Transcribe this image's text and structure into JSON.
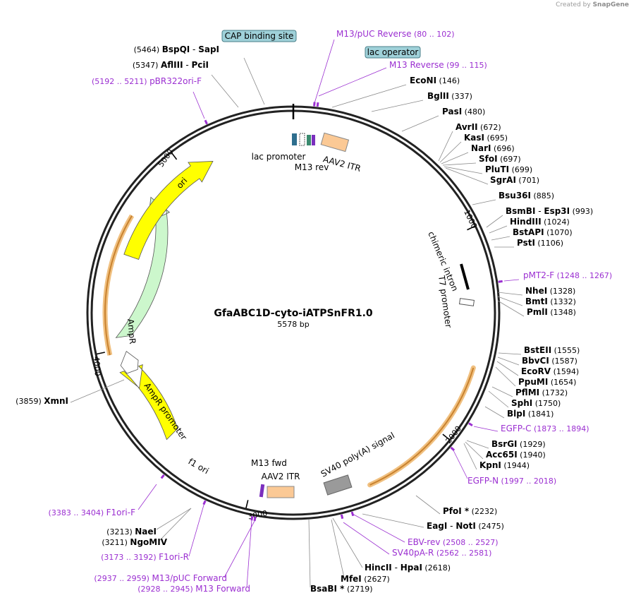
{
  "header": {
    "credit_prefix": "Created by",
    "credit_brand": "SnapGene"
  },
  "plasmid": {
    "name": "GfaABC1D-cyto-iATPSnFR1.0",
    "size_label": "5578 bp",
    "length": 5578
  },
  "ticks": [
    "1000",
    "2000",
    "3000",
    "4000",
    "5000"
  ],
  "colors": {
    "primer": "#9b2fd1",
    "feature_orange": "#f4b163",
    "ori": "#ffff00",
    "ampr": "#ccf7cc",
    "label_box": "#9fd1d9"
  },
  "sites": [
    {
      "name": "BspQI",
      "name2": "SapI",
      "pos": "(5464)",
      "type": "enzyme"
    },
    {
      "name": "AflIII",
      "name2": "PciI",
      "pos": "(5347)",
      "type": "enzyme"
    },
    {
      "name": "pBR322ori-F",
      "pos": "(5192 .. 5211)",
      "type": "primer"
    },
    {
      "name": "M13/pUC Reverse",
      "pos": "(80 .. 102)",
      "type": "primer"
    },
    {
      "name": "M13 Reverse",
      "pos": "(99 .. 115)",
      "type": "primer"
    },
    {
      "name": "EcoNI",
      "pos": "(146)",
      "type": "enzyme"
    },
    {
      "name": "BglII",
      "pos": "(337)",
      "type": "enzyme"
    },
    {
      "name": "PasI",
      "pos": "(480)",
      "type": "enzyme"
    },
    {
      "name": "AvrII",
      "pos": "(672)",
      "type": "enzyme"
    },
    {
      "name": "KasI",
      "pos": "(695)",
      "type": "enzyme"
    },
    {
      "name": "NarI",
      "pos": "(696)",
      "type": "enzyme"
    },
    {
      "name": "SfoI",
      "pos": "(697)",
      "type": "enzyme"
    },
    {
      "name": "PluTI",
      "pos": "(699)",
      "type": "enzyme"
    },
    {
      "name": "SgrAI",
      "pos": "(701)",
      "type": "enzyme"
    },
    {
      "name": "Bsu36I",
      "pos": "(885)",
      "type": "enzyme"
    },
    {
      "name": "BsmBI",
      "name2": "Esp3I",
      "pos": "(993)",
      "type": "enzyme"
    },
    {
      "name": "HindIII",
      "pos": "(1024)",
      "type": "enzyme"
    },
    {
      "name": "BstAPI",
      "pos": "(1070)",
      "type": "enzyme"
    },
    {
      "name": "PstI",
      "pos": "(1106)",
      "type": "enzyme"
    },
    {
      "name": "pMT2-F",
      "pos": "(1248 .. 1267)",
      "type": "primer"
    },
    {
      "name": "NheI",
      "pos": "(1328)",
      "type": "enzyme"
    },
    {
      "name": "BmtI",
      "pos": "(1332)",
      "type": "enzyme"
    },
    {
      "name": "PmlI",
      "pos": "(1348)",
      "type": "enzyme"
    },
    {
      "name": "BstEII",
      "pos": "(1555)",
      "type": "enzyme"
    },
    {
      "name": "BbvCI",
      "pos": "(1587)",
      "type": "enzyme"
    },
    {
      "name": "EcoRV",
      "pos": "(1594)",
      "type": "enzyme"
    },
    {
      "name": "PpuMI",
      "pos": "(1654)",
      "type": "enzyme"
    },
    {
      "name": "PflMI",
      "pos": "(1732)",
      "type": "enzyme"
    },
    {
      "name": "SphI",
      "pos": "(1750)",
      "type": "enzyme"
    },
    {
      "name": "BlpI",
      "pos": "(1841)",
      "type": "enzyme"
    },
    {
      "name": "EGFP-C",
      "pos": "(1873 .. 1894)",
      "type": "primer"
    },
    {
      "name": "BsrGI",
      "pos": "(1929)",
      "type": "enzyme"
    },
    {
      "name": "Acc65I",
      "pos": "(1940)",
      "type": "enzyme"
    },
    {
      "name": "KpnI",
      "pos": "(1944)",
      "type": "enzyme"
    },
    {
      "name": "EGFP-N",
      "pos": "(1997 .. 2018)",
      "type": "primer"
    },
    {
      "name": "PfoI *",
      "pos": "(2232)",
      "type": "enzyme"
    },
    {
      "name": "EagI",
      "name2": "NotI",
      "pos": "(2475)",
      "type": "enzyme"
    },
    {
      "name": "EBV-rev",
      "pos": "(2508 .. 2527)",
      "type": "primer"
    },
    {
      "name": "SV40pA-R",
      "pos": "(2562 .. 2581)",
      "type": "primer"
    },
    {
      "name": "HincII",
      "name2": "HpaI",
      "pos": "(2618)",
      "type": "enzyme"
    },
    {
      "name": "MfeI",
      "pos": "(2627)",
      "type": "enzyme"
    },
    {
      "name": "BsaBI *",
      "pos": "(2719)",
      "type": "enzyme"
    },
    {
      "name": "M13 Forward",
      "pos": "(2928 .. 2945)",
      "type": "primer"
    },
    {
      "name": "M13/pUC Forward",
      "pos": "(2937 .. 2959)",
      "type": "primer"
    },
    {
      "name": "F1ori-R",
      "pos": "(3173 .. 3192)",
      "type": "primer"
    },
    {
      "name": "NgoMIV",
      "pos": "(3211)",
      "type": "enzyme"
    },
    {
      "name": "NaeI",
      "pos": "(3213)",
      "type": "enzyme"
    },
    {
      "name": "F1ori-F",
      "pos": "(3383 .. 3404)",
      "type": "primer"
    },
    {
      "name": "XmnI",
      "pos": "(3859)",
      "type": "enzyme"
    }
  ],
  "boxed_labels": [
    "CAP binding site",
    "lac operator"
  ],
  "features": [
    "lac promoter",
    "M13 rev",
    "AAV2 ITR",
    "chimeric intron",
    "T7 promoter",
    "SV40 poly(A) signal",
    "M13 fwd",
    "AAV2 ITR",
    "f1 ori",
    "AmpR promoter",
    "AmpR",
    "ori"
  ]
}
